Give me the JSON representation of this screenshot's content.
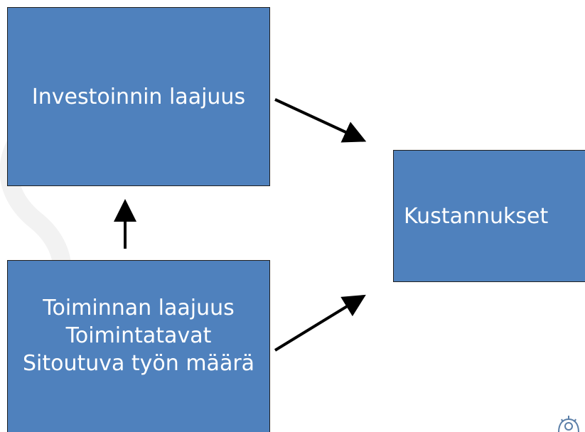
{
  "diagram": {
    "investment_box": {
      "label": "Investoinnin laajuus"
    },
    "costs_box": {
      "label": "Kustannukset"
    },
    "operations_box": {
      "lines": [
        "Toiminnan laajuus",
        "Toimintatavat",
        "Sitoutuva työn määrä"
      ]
    }
  },
  "colors": {
    "box_fill": "#4f81bd",
    "box_text": "#ffffff",
    "arrow": "#000000"
  },
  "icons": {
    "corner_logo": "gear-logo-icon"
  }
}
